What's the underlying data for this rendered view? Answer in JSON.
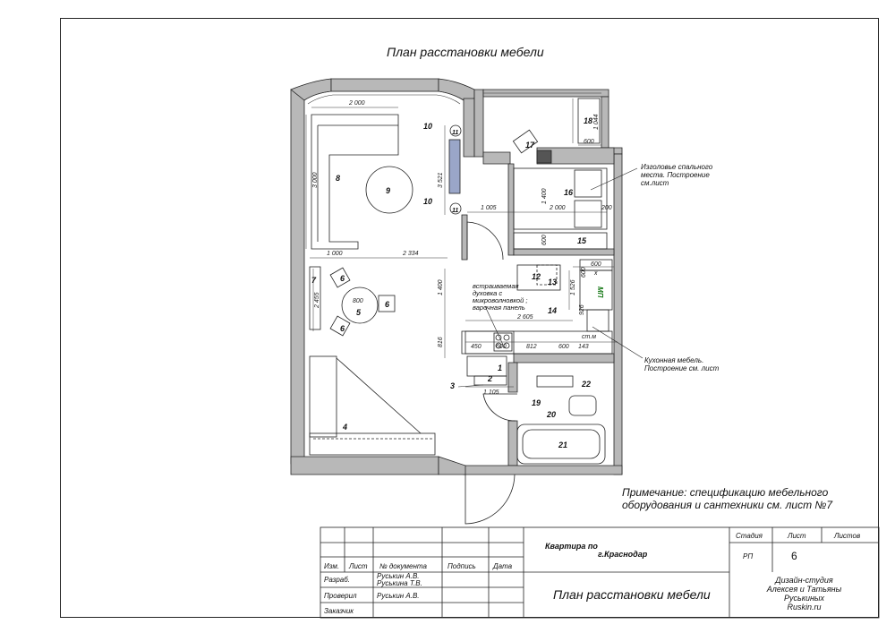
{
  "drawing": {
    "title": "План расстановки мебели",
    "remark_line1": "Примечание: спецификацию мебельного",
    "remark_line2": "оборудования и сантехники см. лист №7",
    "note_head": [
      "Изголовье спального",
      "места. Построение",
      "см.лист"
    ],
    "note_kitchen": [
      "Кухонная мебель.",
      "Построение см. лист"
    ],
    "note_oven": [
      "встраиваемая",
      "духовка с",
      "микроволновкой ;",
      "варочная панель"
    ],
    "labels": {
      "l1": "1",
      "l2": "2",
      "l3": "3",
      "l4": "4",
      "l5": "5",
      "l6a": "6",
      "l6b": "6",
      "l6c": "6",
      "l7": "7",
      "l8": "8",
      "l9": "9",
      "l10a": "10",
      "l10b": "10",
      "l11a": "11",
      "l11b": "11",
      "l12": "12",
      "l13": "13",
      "l14": "14",
      "l15": "15",
      "l16": "16",
      "l17": "17",
      "l18": "18",
      "l19": "19",
      "l20": "20",
      "l21": "21",
      "l22": "22",
      "lx": "x",
      "lmp": "МП"
    },
    "dims": {
      "d2000top": "2 000",
      "d3000": "3 000",
      "d3521": "3 521",
      "d1000": "1 000",
      "d2334": "2 334",
      "d1005": "1 005",
      "d1400bed": "1 400",
      "d2000bed": "2 000",
      "d200": "200",
      "d600bed": "600",
      "d1044": "1 044",
      "d600w": "600",
      "d2455": "2 455",
      "d800": "800",
      "d1400": "1 400",
      "d816": "816",
      "d2605": "2 605",
      "d600a": "600",
      "d600b": "600",
      "d1526": "1 526",
      "d926": "926",
      "d450": "450",
      "d600k": "600",
      "d812": "812",
      "d600k2": "600",
      "d143": "143",
      "d1105": "1 105",
      "dstm": "ст.м"
    }
  },
  "title_block": {
    "izm": "Изм.",
    "list": "Лист",
    "doc": "№ документа",
    "sign": "Подпись",
    "date": "Дата",
    "razrab": "Разраб.",
    "razrab_names": [
      "Руськин А.В.",
      "Руськина Т.В."
    ],
    "proveril": "Проверил",
    "proveril_name": "Руськин А.В.",
    "zakazchik": "Заказчик",
    "object_line1": "Квартира по",
    "object_line2": "г.Краснодар",
    "sheet_title": "План расстановки мебели",
    "stage_h": "Стадия",
    "sheet_h": "Лист",
    "sheets_h": "Листов",
    "stage": "РП",
    "sheet_no": "6",
    "studio": [
      "Дизайн-студия",
      "Алексея и Татьяны",
      "Руськиных",
      "Ruskin.ru"
    ]
  }
}
